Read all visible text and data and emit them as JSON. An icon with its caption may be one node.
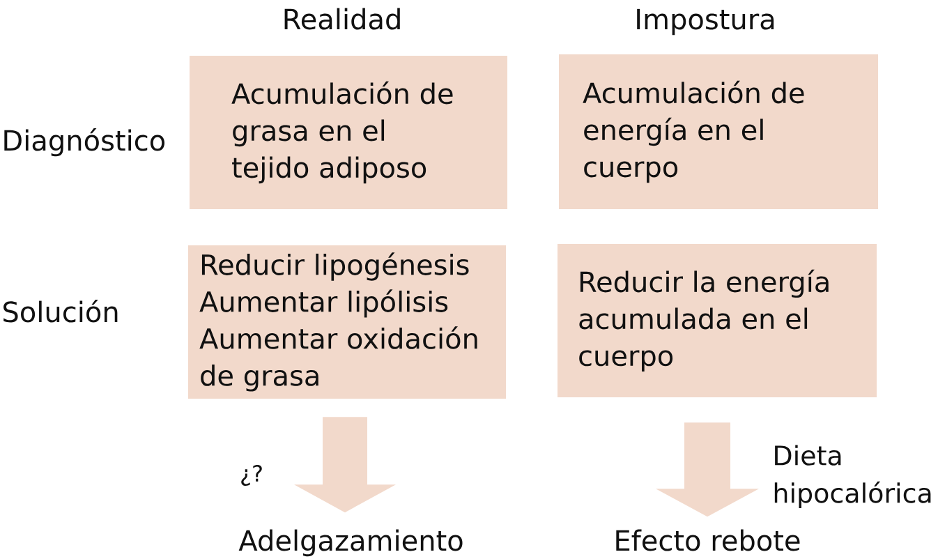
{
  "diagram": {
    "nodes": [
      {
        "text": [
          "Acumulación de grasa en el tejido adiposo"
        ]
      },
      {
        "text": [
          "Acumulación de energía en el cuerpo"
        ]
      },
      {
        "text": [
          "Reducir lipogénesis",
          "Aumentar lipólisis",
          "Aumentar oxidación de grasa"
        ]
      },
      {
        "text": [
          "Reducir la energía acumulada en el cuerpo"
        ]
      },
      {
        "text": [
          "Adelgazamiento"
        ]
      },
      {
        "text": [
          "Efecto rebote"
        ]
      }
    ],
    "edges": [
      {
        "from": 2,
        "to": 4,
        "arrow": "to",
        "label": "¿?"
      },
      {
        "from": 3,
        "to": 5,
        "arrow": "to",
        "label": "Dieta hipocalórica"
      }
    ],
    "labels": [
      "Realidad",
      "Impostura",
      "Diagnóstico",
      "Solución"
    ]
  }
}
